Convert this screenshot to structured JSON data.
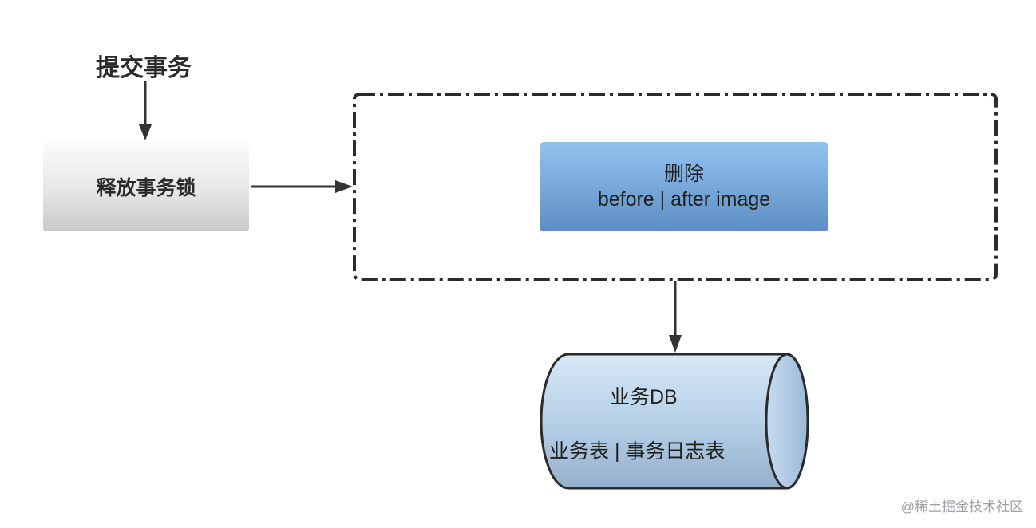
{
  "diagram": {
    "start_label": "提交事务",
    "release_lock_box": "释放事务锁",
    "delete_box": {
      "title": "删除",
      "subtitle": "before | after image"
    },
    "database": {
      "title": "业务DB",
      "subtitle": "业务表 | 事务日志表"
    },
    "watermark": "@稀土掘金技术社区"
  }
}
